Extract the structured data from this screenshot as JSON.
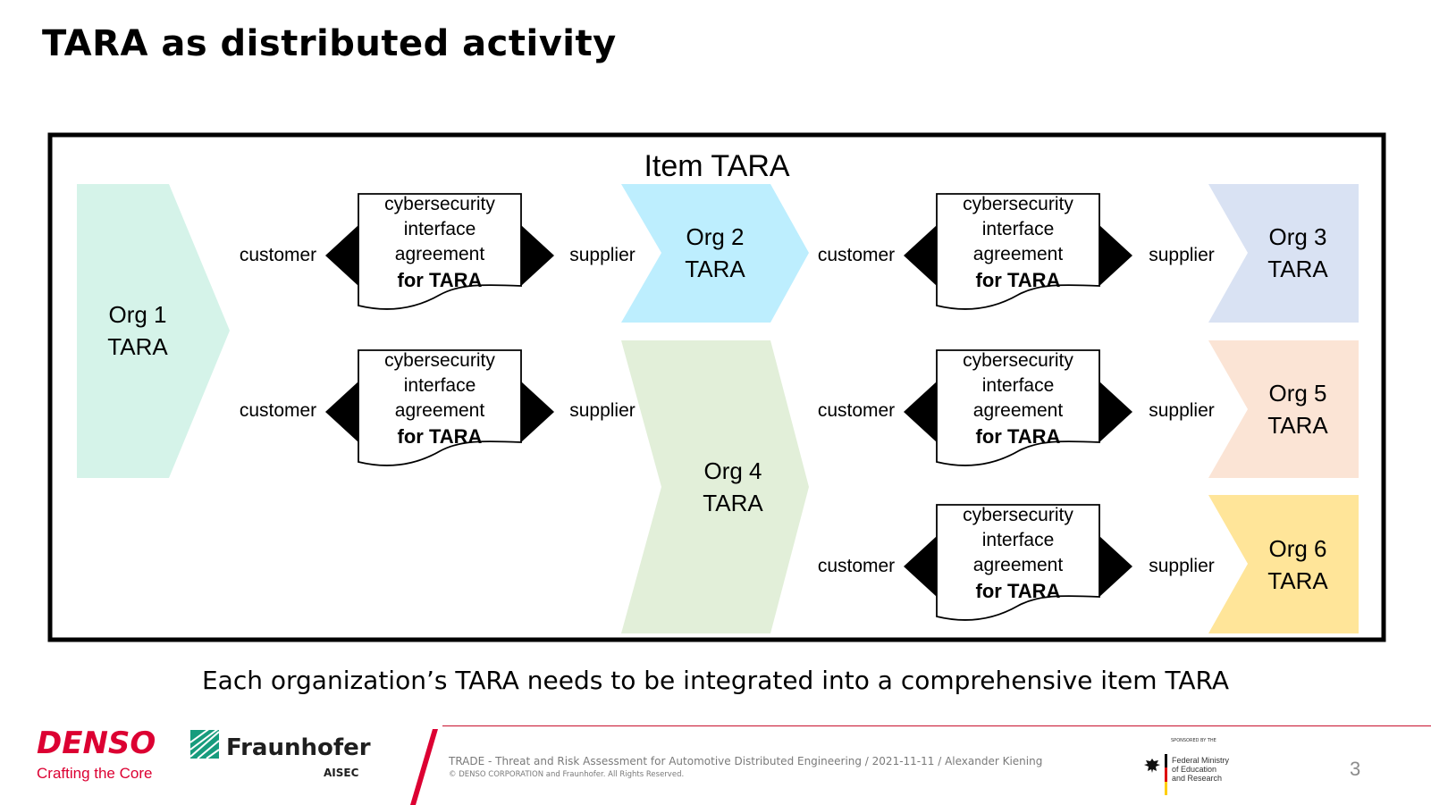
{
  "title": "TARA as distributed activity",
  "item_label": "Item TARA",
  "orgs": [
    {
      "line1": "Org 1",
      "line2": "TARA",
      "color": "#d5f3e9"
    },
    {
      "line1": "Org 2",
      "line2": "TARA",
      "color": "#bdeefe"
    },
    {
      "line1": "Org 3",
      "line2": "TARA",
      "color": "#d9e2f3"
    },
    {
      "line1": "Org 4",
      "line2": "TARA",
      "color": "#e2efd9"
    },
    {
      "line1": "Org 5",
      "line2": "TARA",
      "color": "#fbe4d5"
    },
    {
      "line1": "Org 6",
      "line2": "TARA",
      "color": "#ffe599"
    }
  ],
  "agreement": {
    "line1": "cybersecurity",
    "line2": "interface",
    "line3": "agreement",
    "line4": "for TARA"
  },
  "roles": {
    "customer": "customer",
    "supplier": "supplier"
  },
  "caption": "Each organization’s TARA needs to be integrated into a comprehensive item TARA",
  "footer": {
    "denso_logo": "DENSO",
    "denso_tagline": "Crafting the Core",
    "fraunhofer_logo": "Fraunhofer",
    "fraunhofer_sub": "AISEC",
    "main": "TRADE - Threat and Risk Assessment for Automotive Distributed Engineering / 2021-11-11 / Alexander Kiening",
    "copyright": "© DENSO CORPORATION and Fraunhofer. All Rights Reserved.",
    "sponsor_label": "SPONSORED BY THE",
    "bmbf_line1": "Federal Ministry",
    "bmbf_line2": "of Education",
    "bmbf_line3": "and Research",
    "page_number": "3"
  },
  "colors": {
    "accent_red": "#dc0032",
    "footer_gray": "#7a7a7a"
  }
}
